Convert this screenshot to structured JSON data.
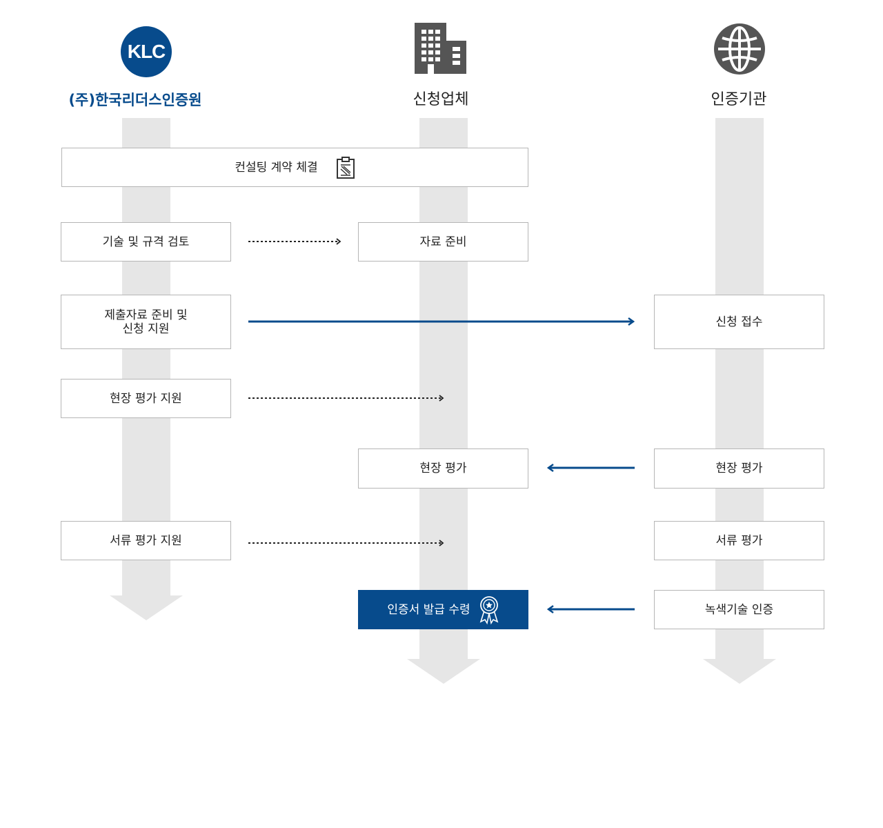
{
  "colors": {
    "brand": "#074b8c",
    "icon": "#555555",
    "lane": "#e6e6e6",
    "border": "#b5b5b5",
    "dotted": "#222222",
    "text": "#222222"
  },
  "columns": [
    {
      "id": "klc",
      "title": "(주)한국리더스인증원",
      "logo_text": "KLC",
      "icon": "klc-logo"
    },
    {
      "id": "applicant",
      "title": "신청업체",
      "icon": "building-icon"
    },
    {
      "id": "certifier",
      "title": "인증기관",
      "icon": "globe-icon"
    }
  ],
  "steps": {
    "contract": {
      "label": "컨설팅 계약 체결",
      "icon": "clipboard-icon"
    },
    "tech_review": {
      "label": "기술 및 규격 검토"
    },
    "prepare_docs": {
      "label": "자료 준비"
    },
    "submission_support": {
      "label": "제출자료 준비 및\n신청 지원"
    },
    "application_receipt": {
      "label": "신청 접수"
    },
    "site_eval_support": {
      "label": "현장 평가 지원"
    },
    "site_eval_applicant": {
      "label": "현장 평가"
    },
    "site_eval_certifier": {
      "label": "현장 평가"
    },
    "doc_eval_support": {
      "label": "서류 평가 지원"
    },
    "doc_eval": {
      "label": "서류 평가"
    },
    "cert_receipt": {
      "label": "인증서 발급 수령",
      "icon": "award-ribbon-icon"
    },
    "green_tech_cert": {
      "label": "녹색기술 인증"
    }
  },
  "connectors": [
    {
      "from": "tech_review",
      "to": "prepare_docs",
      "style": "dotted"
    },
    {
      "from": "submission_support",
      "to": "application_receipt",
      "style": "solid"
    },
    {
      "from": "site_eval_support",
      "to": "applicant",
      "style": "dotted"
    },
    {
      "from": "site_eval_certifier",
      "to": "site_eval_applicant",
      "style": "solid"
    },
    {
      "from": "doc_eval_support",
      "to": "applicant",
      "style": "dotted"
    },
    {
      "from": "green_tech_cert",
      "to": "cert_receipt",
      "style": "solid"
    }
  ]
}
